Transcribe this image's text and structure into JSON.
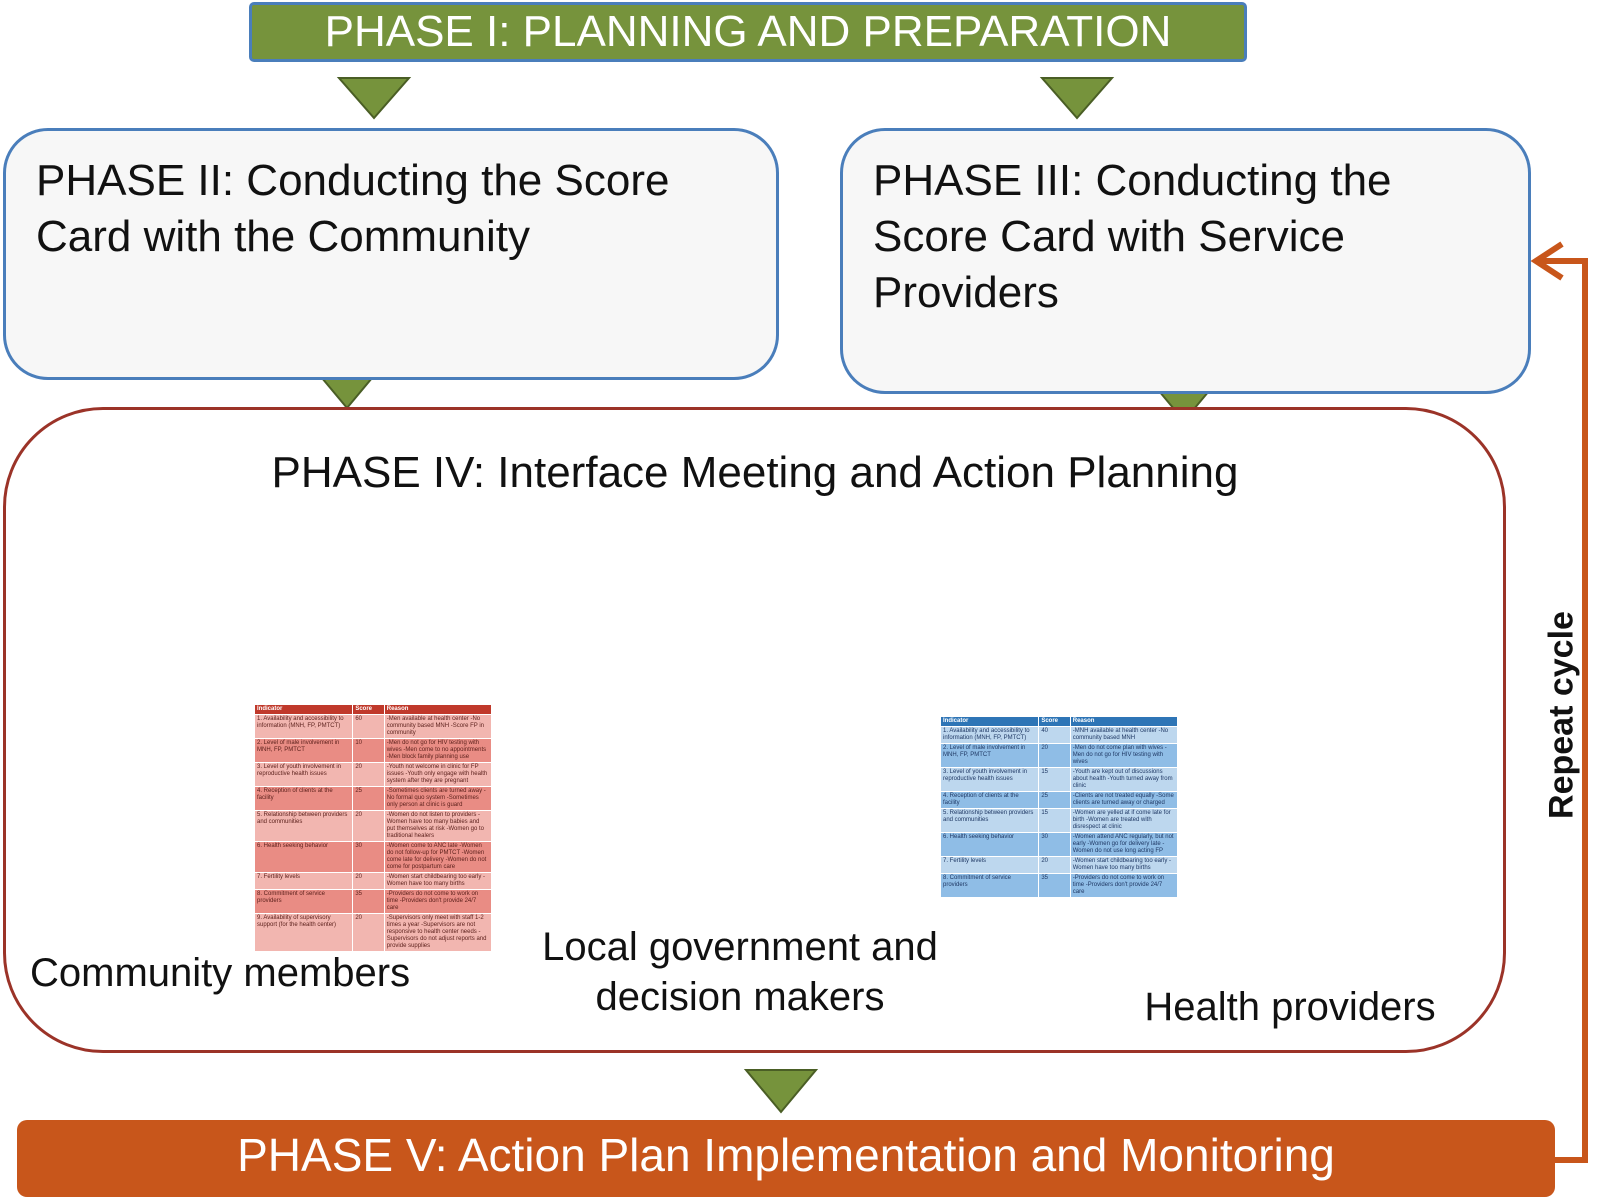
{
  "phase1": {
    "label": "PHASE I: PLANNING AND PREPARATION"
  },
  "phase2": {
    "label": "PHASE II: Conducting the Score Card with the Community"
  },
  "phase3": {
    "label": "PHASE III: Conducting the Score Card with Service Providers"
  },
  "phase4": {
    "label": "PHASE IV: Interface Meeting and Action Planning",
    "groups": {
      "community": "Community members",
      "government": "Local government and decision makers",
      "health": "Health providers"
    }
  },
  "phase5": {
    "label": "PHASE V: Action Plan Implementation and Monitoring"
  },
  "repeat": {
    "label": "Repeat cycle"
  },
  "colors": {
    "phase1_fill": "#76933c",
    "arrow_green": "#76933c",
    "box_border_blue": "#4a7ebb",
    "phase4_border": "#9b3328",
    "phase5_fill": "#c8561b",
    "speech_bubble": "#e46c0a",
    "repeat_arrow": "#c8561b"
  },
  "score_table_community": {
    "headers": [
      "Indicator",
      "Score",
      "Reason"
    ],
    "rows": [
      [
        "1. Availability and accessibility to information (MNH, FP, PMTCT)",
        "60",
        "-Men available at health center -No community based MNH -Score FP in community"
      ],
      [
        "2. Level of male involvement in MNH, FP, PMTCT",
        "10",
        "-Men do not go for HIV testing with wives -Men come to no appointments -Men block family planning use"
      ],
      [
        "3. Level of youth involvement in reproductive health issues",
        "20",
        "-Youth not welcome in clinic for FP issues -Youth only engage with health system after they are pregnant"
      ],
      [
        "4. Reception of clients at the facility",
        "25",
        "-Sometimes clients are turned away -No formal quo system -Sometimes only person at clinic is guard"
      ],
      [
        "5. Relationship between providers and communities",
        "20",
        "-Women do not listen to providers -Women have too many babies and put themselves at risk -Women go to traditional healers"
      ],
      [
        "6. Health seeking behavior",
        "30",
        "-Women come to ANC late -Women do not follow-up for PMTCT -Women come late for delivery -Women do not come for postpartum care"
      ],
      [
        "7. Fertility levels",
        "20",
        "-Women start childbearing too early -Women have too many births"
      ],
      [
        "8. Commitment of service providers",
        "35",
        "-Providers do not come to work on time -Providers don't provide 24/7 care"
      ],
      [
        "9. Availability of supervisory support (for the health center)",
        "20",
        "-Supervisors only meet with staff 1-2 times a year -Supervisors are not responsive to health center needs -Supervisors do not adjust reports and provide supplies"
      ]
    ]
  },
  "score_table_providers": {
    "headers": [
      "Indicator",
      "Score",
      "Reason"
    ],
    "rows": [
      [
        "1. Availability and accessibility to information (MNH, FP, PMTCT)",
        "40",
        "-MNH available at health center -No community based MNH"
      ],
      [
        "2. Level of male involvement in MNH, FP, PMTCT",
        "20",
        "-Men do not come plan with wives -Men do not go for HIV testing with wives"
      ],
      [
        "3. Level of youth involvement in reproductive health issues",
        "15",
        "-Youth are kept out of discussions about health -Youth turned away from clinic"
      ],
      [
        "4. Reception of clients at the facility",
        "25",
        "-Clients are not treated equally -Some clients are turned away or charged"
      ],
      [
        "5. Relationship between providers and communities",
        "15",
        "-Women are yelled at if come late for birth -Women are treated with disrespect at clinic"
      ],
      [
        "6. Health seeking behavior",
        "30",
        "-Women attend ANC regularly, but not early -Women go for delivery late -Women do not use long acting FP"
      ],
      [
        "7. Fertility levels",
        "20",
        "-Women start childbearing too early -Women have too many births"
      ],
      [
        "8. Commitment of service providers",
        "35",
        "-Providers do not come to work on time -Providers don't provide 24/7 care"
      ]
    ]
  }
}
